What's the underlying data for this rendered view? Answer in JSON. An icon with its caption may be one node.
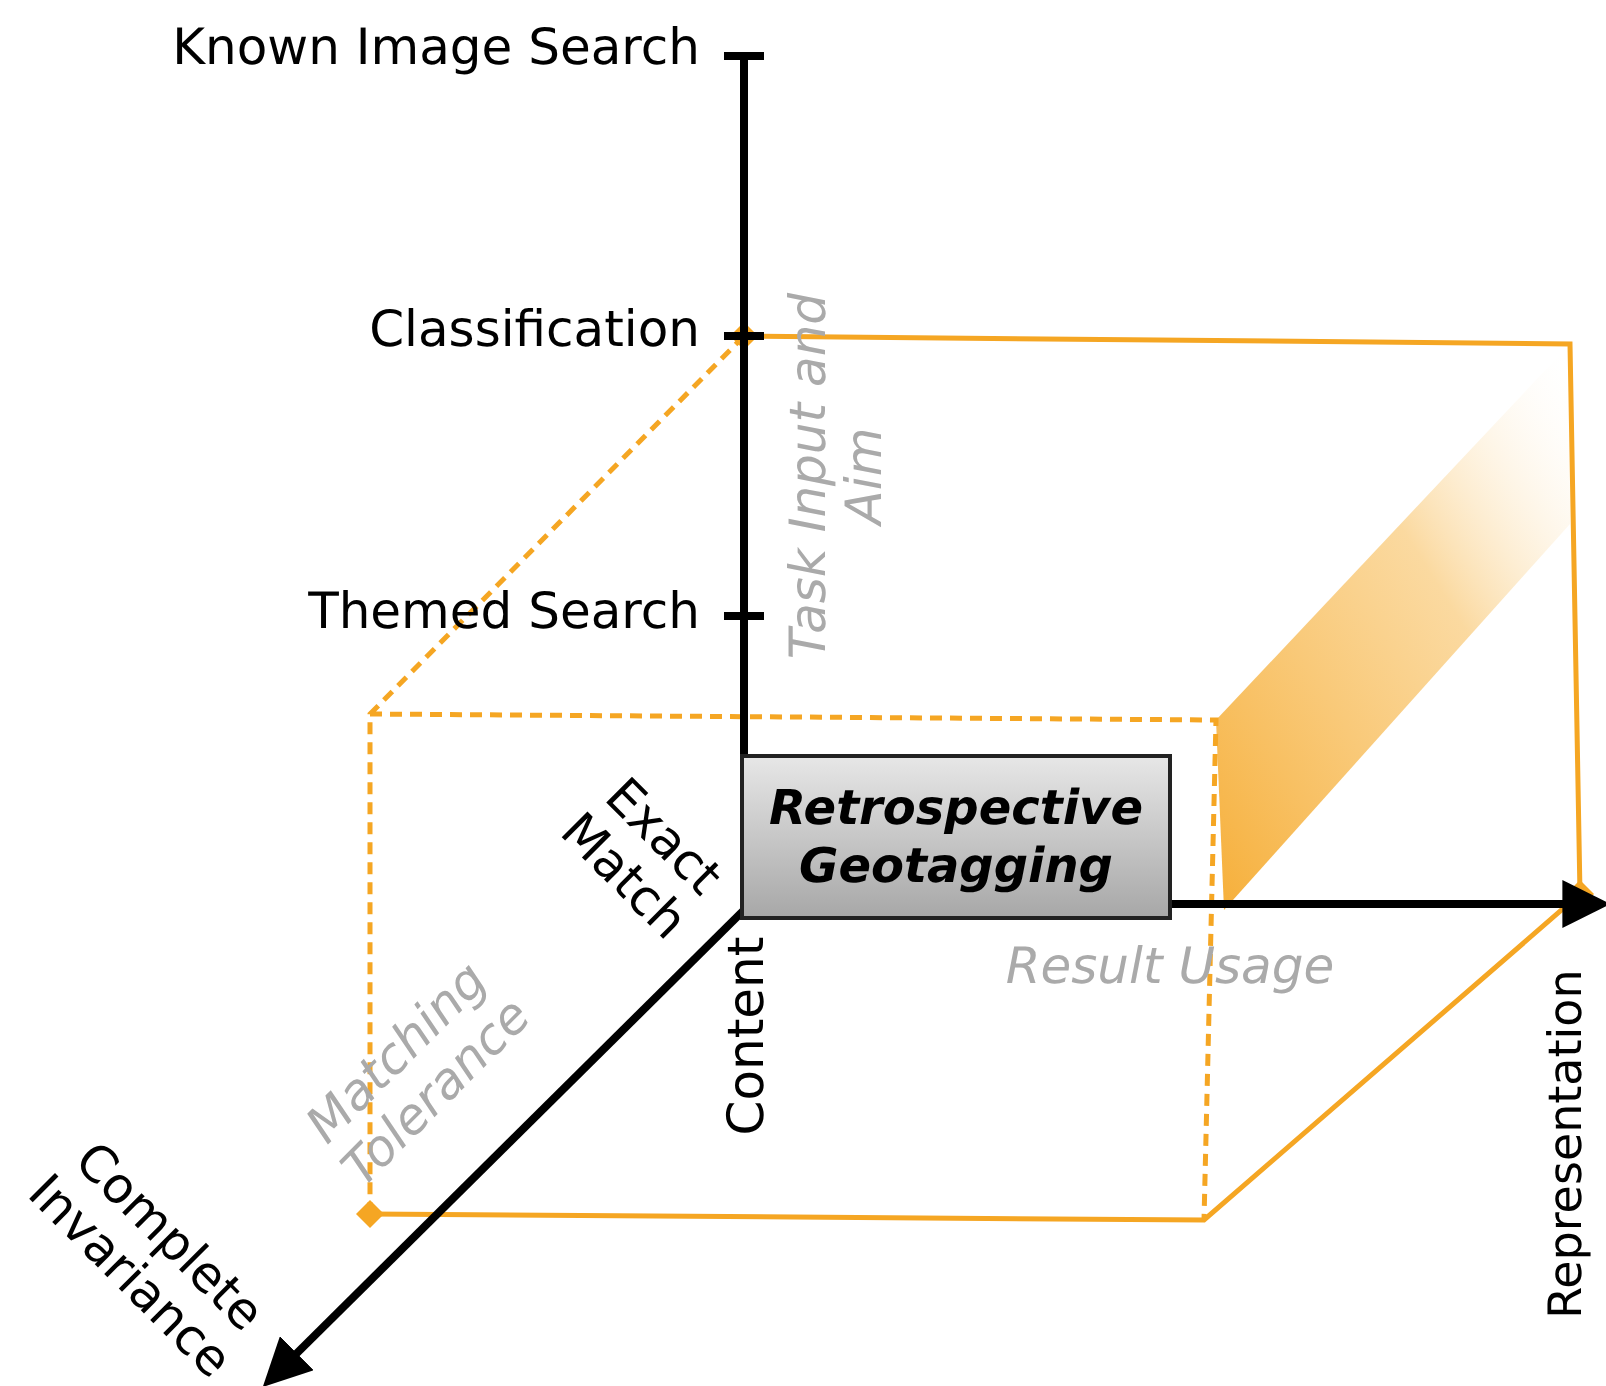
{
  "diagram": {
    "nodes": [
      {
        "text": [
          "Retrospective Geotagging"
        ]
      }
    ],
    "labels": [
      "Known Image Search",
      "Classification",
      "Themed Search",
      "Task Input and Aim",
      "Exact Match",
      "Result Usage",
      "Matching Tolerance",
      "Content",
      "Representation",
      "Complete Invariance"
    ]
  }
}
